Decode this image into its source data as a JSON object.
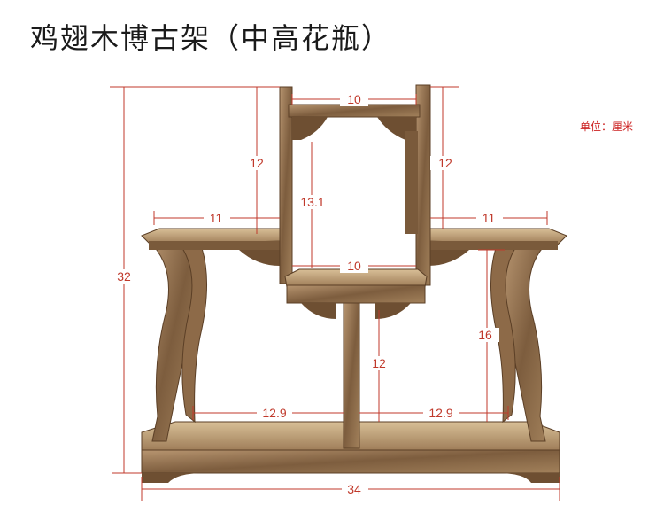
{
  "title": "鸡翅木博古架（中高花瓶）",
  "unit_label": "单位：厘米",
  "dimensions": {
    "top_width": "10",
    "top_height": "12",
    "right_shelf_height": "12",
    "inner_height": "13.1",
    "left_shelf_width": "11",
    "right_shelf_width": "11",
    "middle_width": "10",
    "total_height": "32",
    "right_lower_height": "16",
    "lower_middle_height": "12",
    "lower_left_width": "12.9",
    "lower_right_width": "12.9",
    "total_width": "34"
  },
  "colors": {
    "dimension": "#c0392b",
    "wood": "#8a6a48",
    "wood_dark": "#5b3f26",
    "wood_light": "#c9ae86"
  }
}
